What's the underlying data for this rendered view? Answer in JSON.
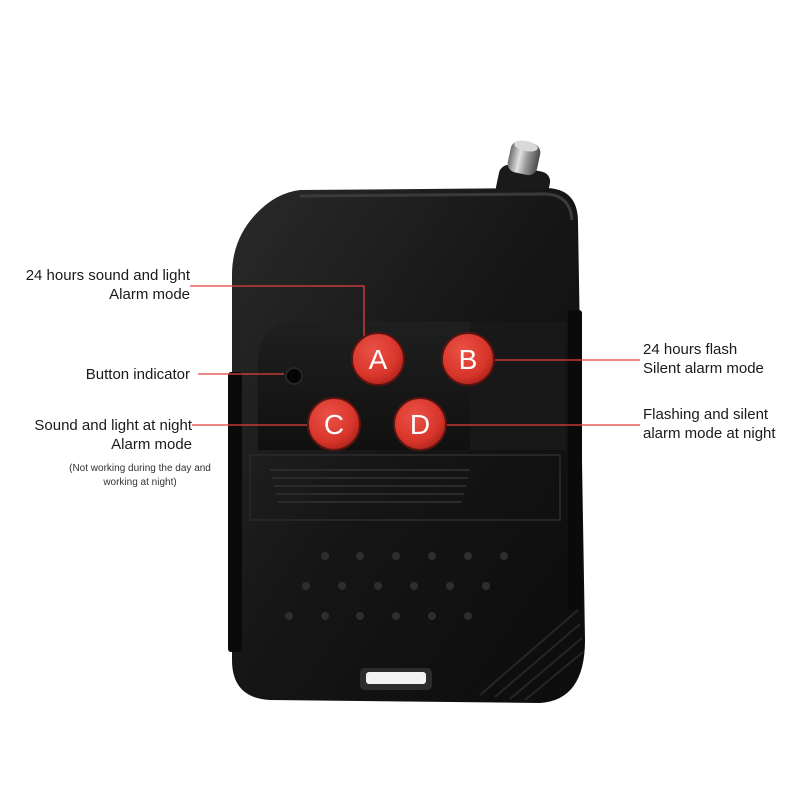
{
  "buttons": [
    {
      "key": "A",
      "label": "A"
    },
    {
      "key": "B",
      "label": "B"
    },
    {
      "key": "C",
      "label": "C"
    },
    {
      "key": "D",
      "label": "D"
    }
  ],
  "callouts": {
    "a_line1": "24 hours sound and light",
    "a_line2": "Alarm mode",
    "indicator": "Button indicator",
    "c_line1": "Sound and light at night",
    "c_line2": "Alarm mode",
    "c_note_line1": "(Not working during the day and",
    "c_note_line2": "working at night)",
    "b_line1": "24 hours flash",
    "b_line2": "Silent alarm mode",
    "d_line1": "Flashing and silent",
    "d_line2": "alarm mode at night"
  },
  "colors": {
    "button_red": "#d8352a",
    "leader_line": "#e0413e",
    "body_black": "#141414"
  },
  "icons": {
    "remote": "remote-control-fob",
    "antenna": "antenna-tip"
  }
}
